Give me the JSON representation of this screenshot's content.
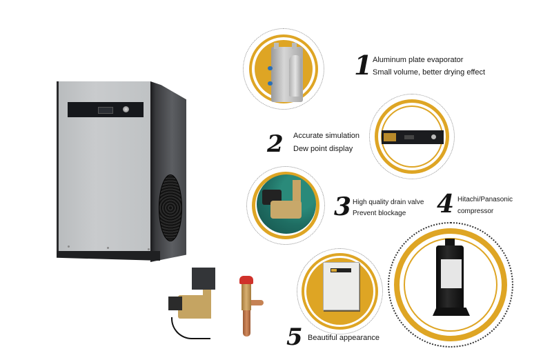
{
  "colors": {
    "gold": "#dea524",
    "background": "#ffffff",
    "text": "#141414"
  },
  "features": [
    {
      "number": "1",
      "line1": "Aluminum plate evaporator",
      "line2": "Small volume, better drying effect",
      "image": "aluminum-evaporator"
    },
    {
      "number": "2",
      "line1": "Accurate simulation",
      "line2": "Dew point display",
      "image": "control-panel-display"
    },
    {
      "number": "3",
      "line1": "High quality drain valve",
      "line2": "Prevent blockage",
      "image": "drain-valve"
    },
    {
      "number": "4",
      "line1": "Hitachi/Panasonic",
      "line2": "compressor",
      "image": "rotary-compressor"
    },
    {
      "number": "5",
      "line1": "Beautiful appearance",
      "image": "dryer-cabinet"
    }
  ],
  "product": {
    "name": "refrigerated-air-dryer",
    "accessories": [
      "solenoid-drain-valve",
      "expansion-valve"
    ]
  }
}
